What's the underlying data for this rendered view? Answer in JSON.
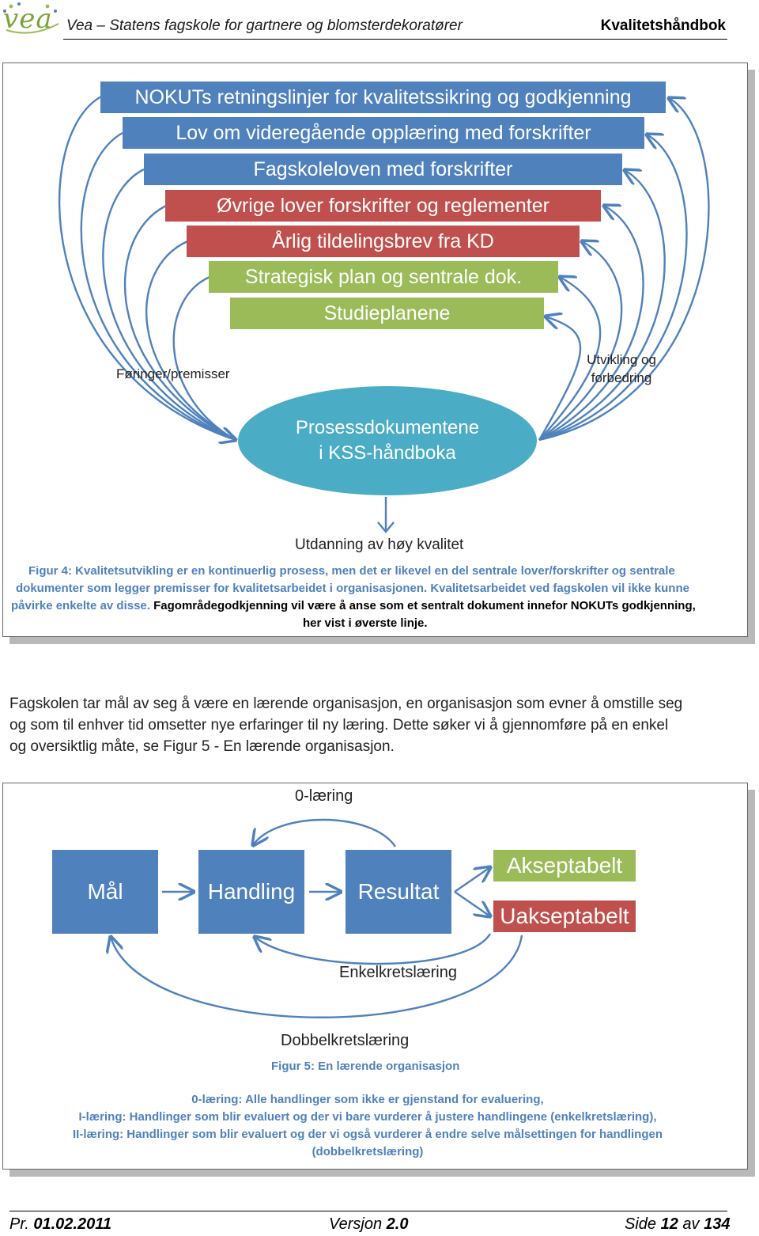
{
  "header": {
    "logo": "vea",
    "title": "Vea – Statens fagskole for gartnere og blomsterdekoratører",
    "right": "Kvalitetshåndbok"
  },
  "figure4": {
    "bars": [
      "NOKUTs retningslinjer for kvalitetssikring og godkjenning",
      "Lov om videregående opplæring med forskrifter",
      "Fagskoleloven med forskrifter",
      "Øvrige lover forskrifter og reglementer",
      "Årlig tildelingsbrev fra KD",
      "Strategisk plan og sentrale dok.",
      "Studieplanene"
    ],
    "left_label": "Føringer/premisser",
    "right_label_line1": "Utvikling og",
    "right_label_line2": "forbedring",
    "ellipse_line1": "Prosessdokumentene",
    "ellipse_line2": "i KSS-håndboka",
    "outcome": "Utdanning av høy kvalitet",
    "caption_blue_1": "Figur 4: Kvalitetsutvikling er en kontinuerlig prosess, men det er likevel en del sentrale lover/forskrifter og sentrale",
    "caption_blue_2": "dokumenter som legger premisser for kvalitetsarbeidet i organisasjonen. Kvalitetsarbeidet ved fagskolen vil ikke kunne",
    "caption_blue_3": "påvirke enkelte av disse.",
    "caption_black_3": "Fagområdegodkjenning vil være å anse som et sentralt dokument innefor NOKUTs godkjenning,",
    "caption_black_4": "her vist i øverste linje."
  },
  "paragraph": {
    "line1": "Fagskolen tar mål av seg å være en lærende organisasjon, en organisasjon som evner å omstille seg",
    "line2": "og som til enhver tid omsetter nye erfaringer til ny læring. Dette søker vi å gjennomføre på en enkel",
    "line3": "og oversiktlig måte, se Figur 5 - En lærende organisasjon."
  },
  "figure5": {
    "top_label": "0-læring",
    "box1": "Mål",
    "box2": "Handling",
    "box3": "Resultat",
    "result_ok": "Akseptabelt",
    "result_bad": "Uakseptabelt",
    "single_loop": "Enkelkretslæring",
    "double_loop": "Dobbelkretslæring",
    "caption_title": "Figur 5: En lærende organisasjon",
    "legend_1": "0-læring: Alle handlinger som ikke er gjenstand for evaluering,",
    "legend_2": "I-læring: Handlinger som blir evaluert og der vi bare vurderer å justere handlingene (enkelkretslæring),",
    "legend_3": "II-læring: Handlinger som blir evaluert og der vi også vurderer å endre selve målsettingen for handlingen",
    "legend_4": "(dobbelkretslæring)"
  },
  "footer": {
    "left_prefix": "Pr. ",
    "left_date": "01.02.2011",
    "mid_prefix": "Versjon ",
    "mid_version": "2.0",
    "right_prefix": "Side ",
    "right_page": "12",
    "right_mid": " av ",
    "right_total": "134"
  },
  "colors": {
    "blue": "#4f81bd",
    "red": "#c0504d",
    "green": "#9bbb59",
    "teal": "#4bacc6"
  }
}
